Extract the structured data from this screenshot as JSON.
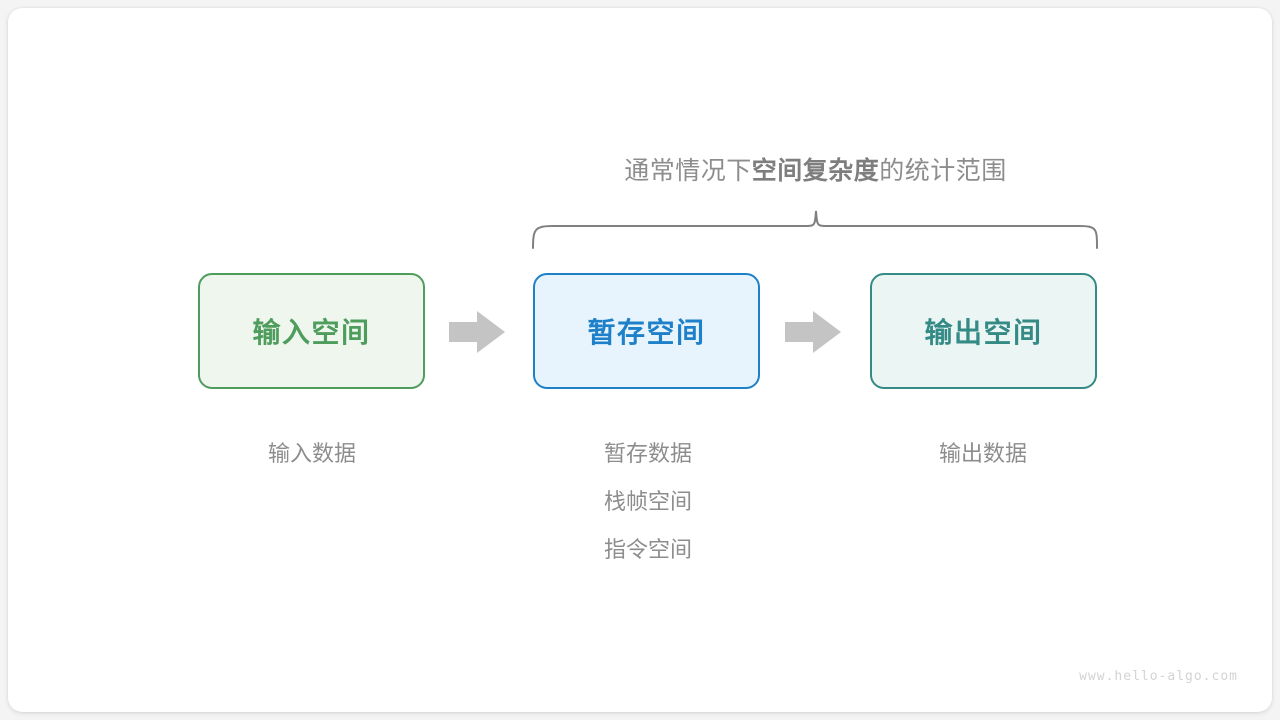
{
  "diagram": {
    "brace_caption": {
      "prefix": "通常情况下",
      "emphasis": "空间复杂度",
      "suffix": "的统计范围"
    },
    "boxes": [
      {
        "id": "input",
        "label": "输入空间",
        "border_color": "#4f9d5d",
        "fill_color": "#eef6ee",
        "text_color": "#4f9d5d"
      },
      {
        "id": "temp",
        "label": "暂存空间",
        "border_color": "#1e80c8",
        "fill_color": "#e8f4fd",
        "text_color": "#1e80c8"
      },
      {
        "id": "output",
        "label": "输出空间",
        "border_color": "#348b86",
        "fill_color": "#ebf5f3",
        "text_color": "#348b86"
      }
    ],
    "arrows": [
      {
        "id": "arrow-1",
        "name": "right-arrow-icon",
        "color": "#c4c4c4"
      },
      {
        "id": "arrow-2",
        "name": "right-arrow-icon",
        "color": "#c4c4c4"
      }
    ],
    "captions": {
      "input": [
        "输入数据"
      ],
      "temp": [
        "暂存数据",
        "栈帧空间",
        "指令空间"
      ],
      "output": [
        "输出数据"
      ]
    },
    "brace": {
      "color": "#808080"
    },
    "watermark": "www.hello-algo.com"
  }
}
